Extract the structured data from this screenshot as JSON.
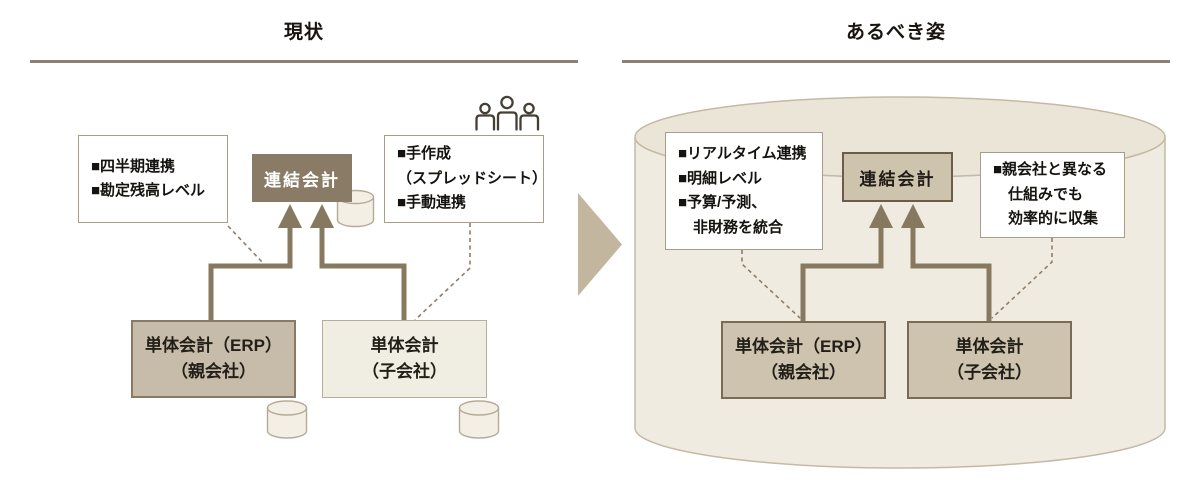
{
  "panels": {
    "current": {
      "title": "現状",
      "note_left": {
        "lines": [
          "■四半期連携",
          "■勘定残高レベル"
        ]
      },
      "note_right": {
        "lines": [
          "■手作成",
          "（スプレッドシート）",
          "■手動連携"
        ]
      },
      "consolidated_label": "連結会計",
      "parent_line1": "単体会計（ERP）",
      "parent_line2": "（親会社）",
      "child_line1": "単体会計",
      "child_line2": "（子会社）"
    },
    "ideal": {
      "title": "あるべき姿",
      "note_left": {
        "lines": [
          "■リアルタイム連携",
          "■明細レベル",
          "■予算/予測、",
          "　非財務を統合"
        ]
      },
      "note_right": {
        "lines": [
          "■親会社と異なる",
          "　仕組みでも",
          "　効率的に収集"
        ]
      },
      "consolidated_label": "連結会計",
      "parent_line1": "単体会計（ERP）",
      "parent_line2": "（親会社）",
      "child_line1": "単体会計",
      "child_line2": "（子会社）"
    }
  },
  "icons": {
    "people": "people-icon",
    "database": "database-cylinder-icon",
    "transition": "right-triangle-arrow-icon"
  },
  "colors": {
    "dark_brown_box": "#8a7b67",
    "tan_box": "#cdc3ae",
    "cream": "#f0ebe1",
    "connector_brown": "#87795f",
    "dashed_brown": "#8f7d66",
    "triangle_tan": "#c2b79e",
    "rule_gray_brown": "#8b8172"
  }
}
